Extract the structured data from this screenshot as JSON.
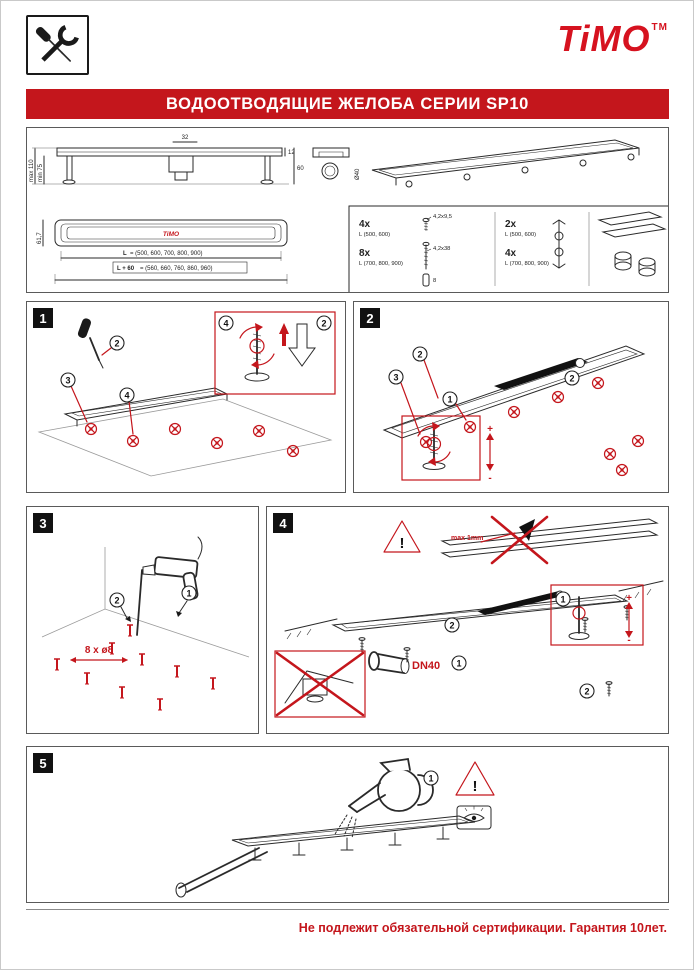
{
  "header": {
    "brand": "TiMO",
    "tm": "TM"
  },
  "banner": {
    "title": "ВОДООТВОДЯЩИЕ ЖЕЛОБА СЕРИИ SP10"
  },
  "spec": {
    "dims": {
      "max110": "max 110",
      "min75": "min 75",
      "d32": "32",
      "d12": "12",
      "d60": "60",
      "dia40": "Ø40",
      "d617": "61,7",
      "L_label": "L",
      "L_vals": "= (500, 600, 700, 800, 900)",
      "L60_label": "L + 60",
      "L60_vals": "= (560, 660, 760, 860, 960)"
    },
    "channel_logo": "TiMO",
    "parts": {
      "p1_qty": "4x",
      "p1_len": "L (500, 600)",
      "p1_size": "4,2x9,5",
      "p2_qty": "8x",
      "p2_len": "L (700, 800, 900)",
      "p2_size": "4,2x38",
      "p2_size2": "8",
      "p3_qty": "2x",
      "p3_len": "L (500, 600)",
      "p4_qty": "4x",
      "p4_len": "L (700, 800, 900)"
    }
  },
  "steps": {
    "s1": "1",
    "s2": "2",
    "s3": "3",
    "s4": "4",
    "s5": "5"
  },
  "callouts": {
    "n1": "1",
    "n2": "2",
    "n3": "3",
    "n4": "4"
  },
  "annotations": {
    "drill_dim": "8 x ø8",
    "max_gap": "max 1mm",
    "pipe": "DN40",
    "plus": "+",
    "minus": "-",
    "warning": "!"
  },
  "footer": {
    "text": "Не подлежит обязательной сертификации. Гарантия 10лет."
  }
}
